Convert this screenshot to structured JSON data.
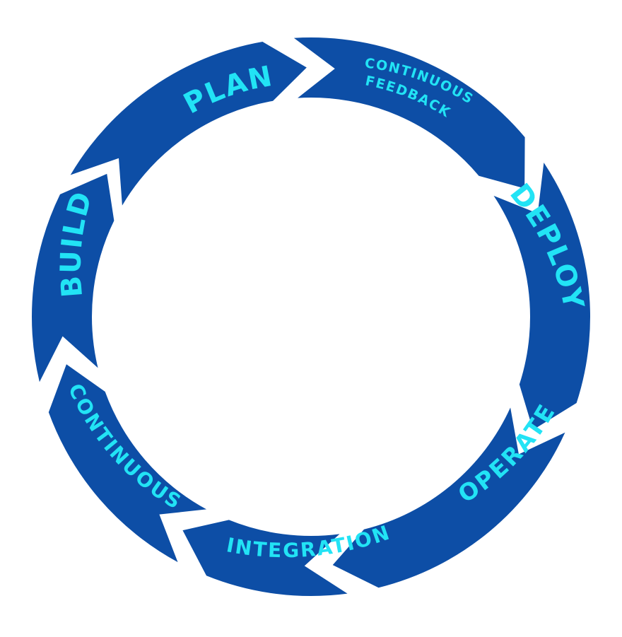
{
  "colors": {
    "segment": "#0d4ea6",
    "label": "#22e3f5",
    "background": "#ffffff"
  },
  "stages": [
    {
      "id": "plan",
      "lines": [
        "PLAN"
      ]
    },
    {
      "id": "continuous-feedback",
      "lines": [
        "CONTINUOUS",
        "FEEDBACK"
      ]
    },
    {
      "id": "deploy",
      "lines": [
        "DEPLOY"
      ]
    },
    {
      "id": "operate",
      "lines": [
        "OPERATE"
      ]
    },
    {
      "id": "integration",
      "lines": [
        "INTEGRATION"
      ]
    },
    {
      "id": "continuous",
      "lines": [
        "CONTINUOUS"
      ]
    },
    {
      "id": "build",
      "lines": [
        "BUILD"
      ]
    }
  ]
}
